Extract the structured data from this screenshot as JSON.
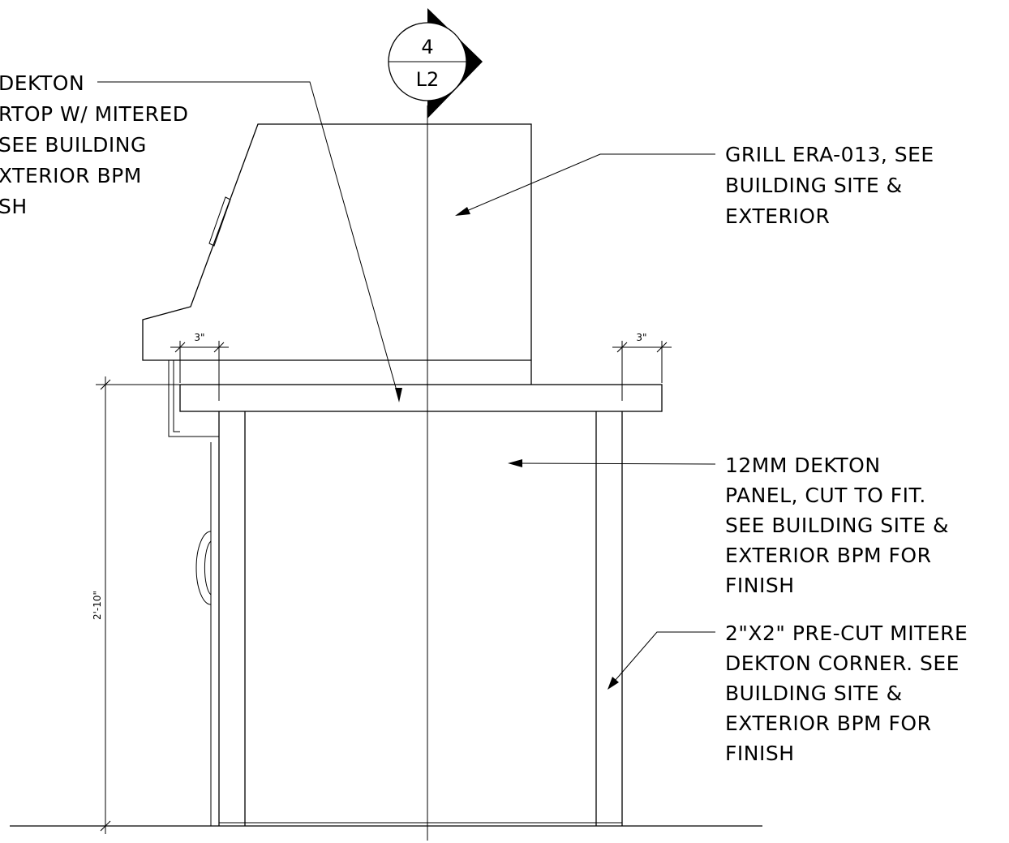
{
  "section_tag": {
    "number": "4",
    "sheet": "L2"
  },
  "notes": {
    "countertop": [
      "DEKTON",
      "RTOP W/ MITERED",
      "SEE BUILDING",
      "XTERIOR BPM",
      "SH"
    ],
    "grill": [
      "GRILL ERA-013, SEE",
      "BUILDING SITE &",
      "EXTERIOR"
    ],
    "panel": [
      "12MM DEKTON",
      "PANEL, CUT TO FIT.",
      "SEE BUILDING SITE &",
      "EXTERIOR BPM FOR",
      "FINISH"
    ],
    "corner": [
      "2\"X2\" PRE-CUT MITERE",
      "DEKTON CORNER. SEE",
      "BUILDING SITE &",
      "EXTERIOR BPM FOR",
      "FINISH"
    ]
  },
  "dimensions": {
    "overhang_left": "3\"",
    "overhang_right": "3\"",
    "height": "2'-10\""
  }
}
